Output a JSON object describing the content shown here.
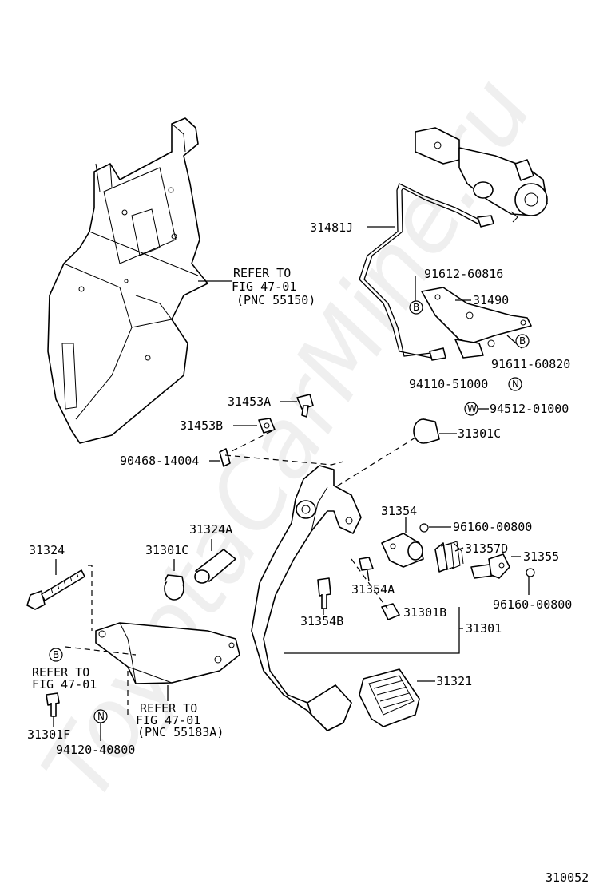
{
  "watermark": "ToyotaCarMine.ru",
  "figure_number": "310052",
  "labels": {
    "p31481J": "31481J",
    "p91612": "91612-60816",
    "p31490": "31490",
    "p91611": "91611-60820",
    "p94110": "94110-51000",
    "p94512": "94512-01000",
    "p31453A": "31453A",
    "p31453B": "31453B",
    "p90468": "90468-14004",
    "p31301C_a": "31301C",
    "p31354": "31354",
    "p96160_a": "96160-00800",
    "p31357D": "31357D",
    "p31355": "31355",
    "p96160_b": "96160-00800",
    "p31354A": "31354A",
    "p31354B": "31354B",
    "p31301B": "31301B",
    "p31301": "31301",
    "p31321": "31321",
    "p31324": "31324",
    "p31324A": "31324A",
    "p31301C_b": "31301C",
    "p31301F": "31301F",
    "p94120": "94120-40800"
  },
  "refer_top": {
    "line1": "REFER TO",
    "line2": "FIG 47-01",
    "line3": "(PNC 55150)"
  },
  "refer_left": {
    "line1": "REFER TO",
    "line2": "FIG 47-01"
  },
  "refer_bottom": {
    "line1": "REFER TO",
    "line2": "FIG 47-01",
    "line3": "(PNC 55183A)"
  },
  "symbols": {
    "b": "B",
    "n": "N",
    "w": "W"
  }
}
